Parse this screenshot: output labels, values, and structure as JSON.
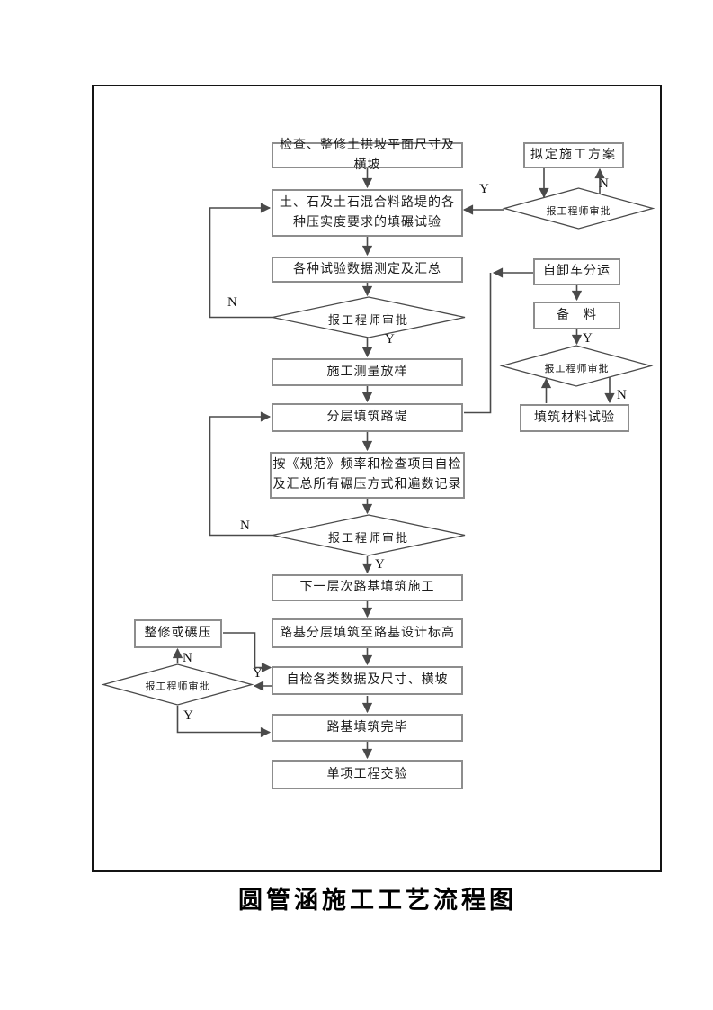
{
  "title": "圆管涵施工工艺流程图",
  "labels": {
    "yes": "Y",
    "no": "N"
  },
  "colors": {
    "box_border": "#8d8d8d",
    "line": "#4a4a4a",
    "frame": "#141414",
    "text": "#1c1c1c"
  },
  "nodes": {
    "check_trim": "检查、整修土拱坡平面尺寸及横坡",
    "compaction_test_l1": "土、石及土石混合料路堤的各",
    "compaction_test_l2": "种压实度要求的填碾试验",
    "data_summary": "各种试验数据测定及汇总",
    "approve_engineer": "报工程师审批",
    "survey_layout": "施工测量放样",
    "layered_fill": "分层填筑路堤",
    "spec_check_l1": "按《规范》频率和检查项目自检",
    "spec_check_l2": "及汇总所有碾压方式和遍数记录",
    "next_layer": "下一层次路基填筑施工",
    "fill_to_design": "路基分层填筑至路基设计标高",
    "self_check": "自检各类数据及尺寸、横坡",
    "fill_complete": "路基填筑完毕",
    "project_handover": "单项工程交验",
    "plan_scheme": "拟定施工方案",
    "truck_distribute": "自卸车分运",
    "material_prep": "备　料",
    "material_test": "填筑材料试验",
    "repair_roll": "整修或碾压"
  }
}
